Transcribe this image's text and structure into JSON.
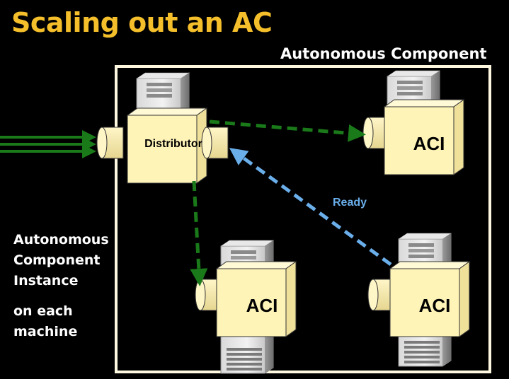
{
  "title": "Scaling out an AC",
  "component_box": {
    "label": "Autonomous Component"
  },
  "side_note": {
    "lines_a": [
      "Autonomous",
      "Component",
      "Instance"
    ],
    "lines_b": [
      "on each",
      "machine"
    ]
  },
  "nodes": {
    "distributor": {
      "label": "Distributor"
    },
    "aci_top": {
      "label": "ACI"
    },
    "aci_bottom_left": {
      "label": "ACI"
    },
    "aci_bottom_right": {
      "label": "ACI"
    }
  },
  "arrows": {
    "ready_label": "Ready"
  },
  "colors": {
    "title": "#f4bf2a",
    "box_border": "#fff8e1",
    "cube_face": "#fff4b8",
    "cube_side": "#efe09a",
    "green_arrow": "#1a7a1a",
    "blue_arrow": "#6aaeea"
  }
}
